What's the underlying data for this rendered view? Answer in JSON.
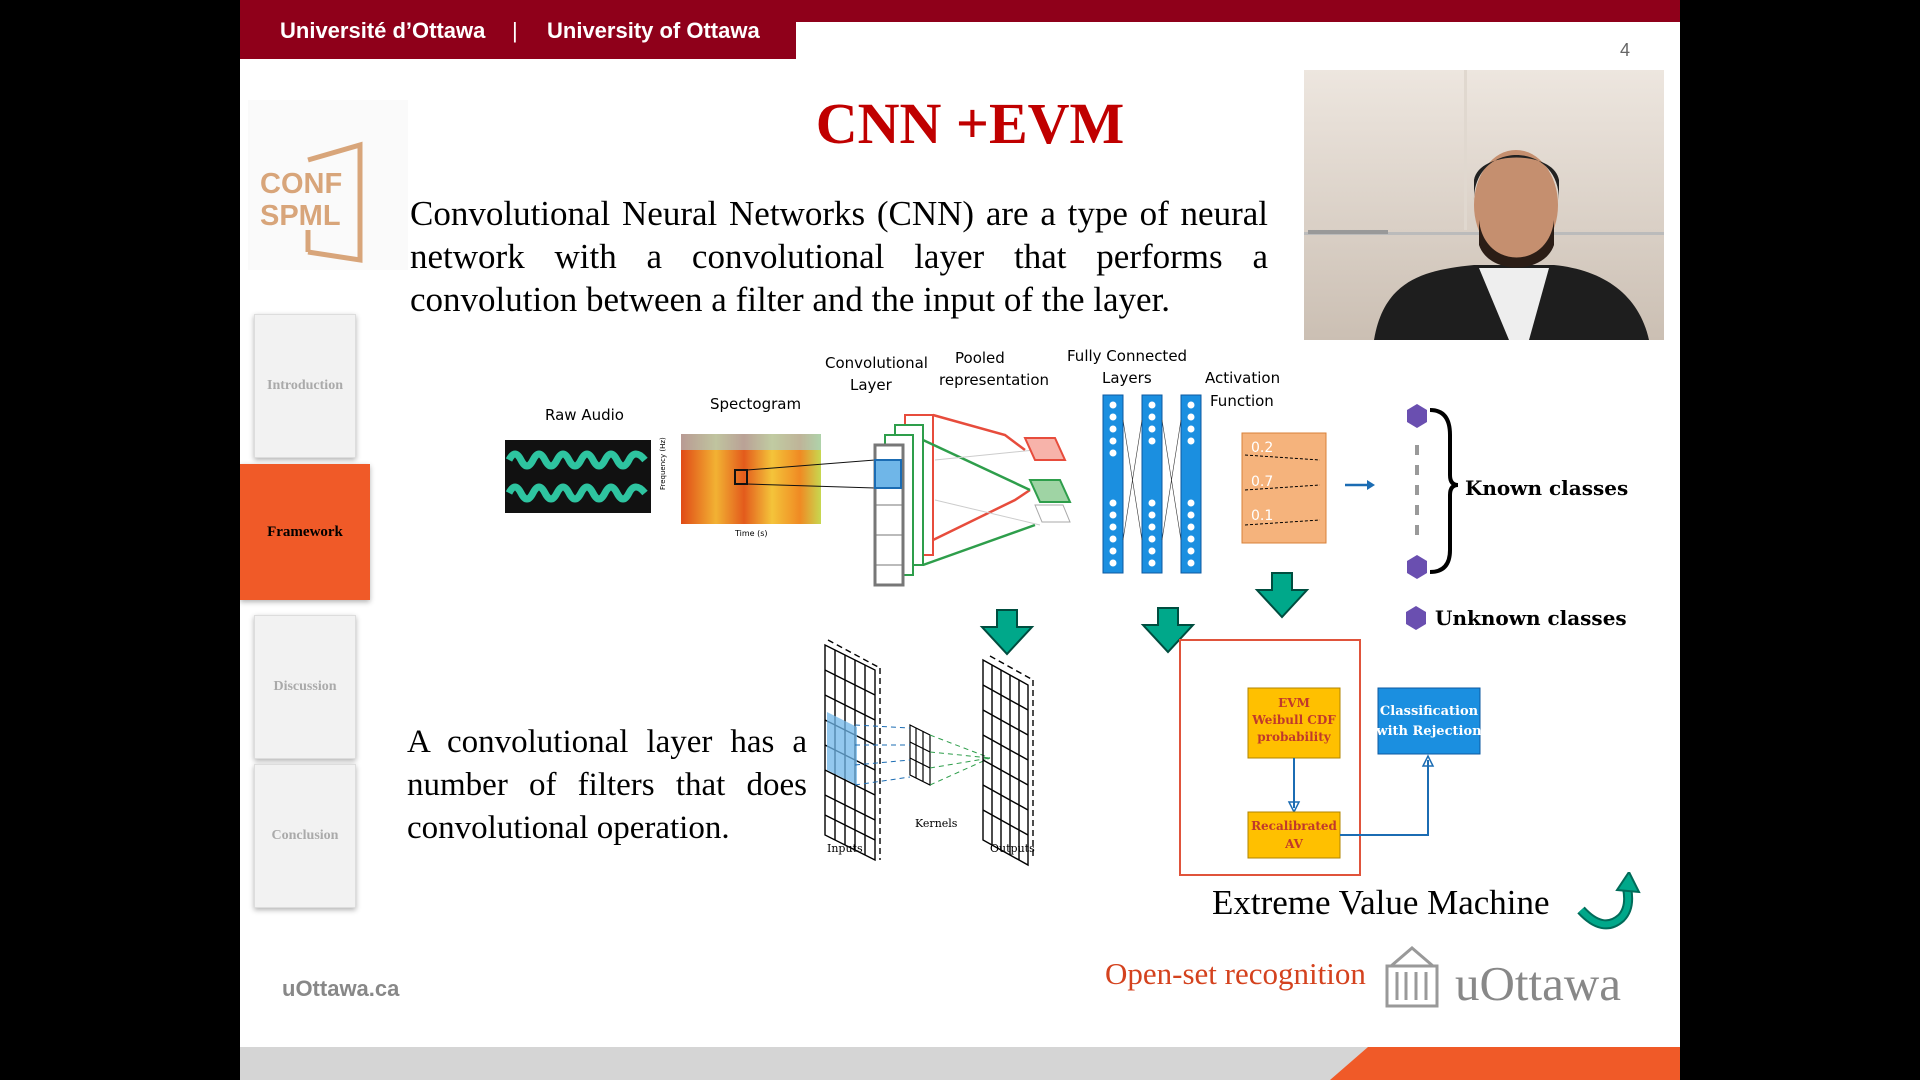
{
  "header": {
    "fr": "Université d’Ottawa",
    "separator": "|",
    "en": "University of Ottawa"
  },
  "slide_number": "4",
  "title": "CNN +EVM",
  "intro_paragraph": "Convolutional Neural Networks (CNN) are a type of neural network with a convolutional layer that performs a convolution between a filter and the input of the layer.",
  "conv_paragraph": "A convolutional layer has a number of filters that does convolutional operation.",
  "sidebar": {
    "logo_line1": "CONF",
    "logo_line2": "SPML",
    "items": [
      {
        "label": "Introduction",
        "active": false
      },
      {
        "label": "Framework",
        "active": true
      },
      {
        "label": "Discussion",
        "active": false
      },
      {
        "label": "Conclusion",
        "active": false
      }
    ]
  },
  "diagram": {
    "raw_audio": "Raw Audio",
    "spectogram": "Spectogram",
    "freq_axis": "Frequency (Hz)",
    "time_axis": "Time (s)",
    "conv_layer_1": "Convolutional",
    "conv_layer_2": "Layer",
    "pooled_1": "Pooled",
    "pooled_2": "representation",
    "fc_1": "Fully Connected",
    "fc_2": "Layers",
    "act_1": "Activation",
    "act_2": "Function",
    "act_values": [
      "0.2",
      "0.7",
      "0.1"
    ],
    "known_classes": "Known classes",
    "unknown_classes": "Unknown classes",
    "inputs": "Inputs",
    "kernels": "Kernels",
    "outputs": "Outputs",
    "evm_box_1": "EVM",
    "evm_box_2": "Weibull CDF",
    "evm_box_3": "probability",
    "recal_1": "Recalibrated",
    "recal_2": "AV",
    "classif_1": "Classification",
    "classif_2": "with Rejection"
  },
  "evm_caption": "Extreme Value Machine",
  "openset_caption": "Open-set recognition",
  "footer_url": "uOttawa.ca",
  "brand_word": "uOttawa",
  "colors": {
    "brand_red": "#8f001a",
    "accent_orange": "#f05a28",
    "title_red": "#c00000",
    "teal_arrow": "#00a88a",
    "class_purple": "#6a4fb0",
    "fc_blue": "#1b8fe0"
  }
}
